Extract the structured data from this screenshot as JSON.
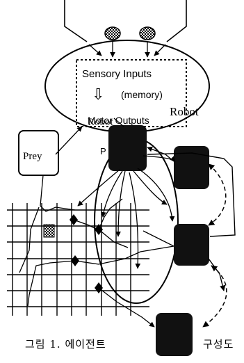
{
  "robot_box": {
    "sensory_inputs": "Sensory Inputs",
    "arrow_glyph": "⇩",
    "memory": "(memory)",
    "motor_outputs": "Motor Outputs",
    "robot_label": "Robot",
    "robot_label_overlap": "Robot"
  },
  "prey_label": "Prey",
  "predator_label": "P",
  "caption": {
    "left": "그림 1. 에이전트",
    "right": "구성도"
  },
  "colors": {
    "ink": "#000000",
    "paper": "#ffffff",
    "robot_fill": "#111111"
  }
}
